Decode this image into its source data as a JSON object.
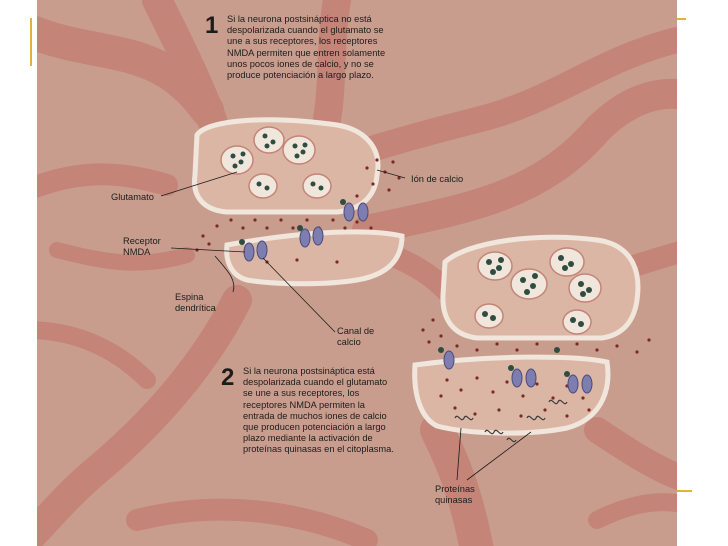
{
  "colors": {
    "background": "#c99d8d",
    "tissue": "#c48478",
    "membrane": "#f0e6dc",
    "interior": "#dcb6a4",
    "vesicle_dot": "#2e4d40",
    "calcium": "#7a2a2a",
    "receptor": "#7e7db0",
    "accent_lines": "#e2b33c"
  },
  "step1": {
    "number": "1",
    "text": "Si la neurona postsináptica no está\ndespolarizada cuando el glutamato se\nune a sus receptores, los receptores\nNMDA permiten que entren solamente\nunos pocos iones de calcio, y no se\nproduce potenciación a largo plazo."
  },
  "step2": {
    "number": "2",
    "text": "Si la neurona postsináptica está\ndespolarizada cuando el glutamato\nse une a sus receptores, los\nreceptores NMDA permiten la\nentrada de muchos iones de calcio\nque producen potenciación a largo\nplazo mediante la activación de\nproteínas quinasas en el citoplasma."
  },
  "labels": {
    "glutamato": "Glutamato",
    "ion_calcio": "Ión de calcio",
    "receptor_nmda": "Receptor\nNMDA",
    "espina": "Espina\ndendrítica",
    "canal": "Canal de\ncalcio",
    "proteinas": "Proteínas\nquinasas"
  }
}
